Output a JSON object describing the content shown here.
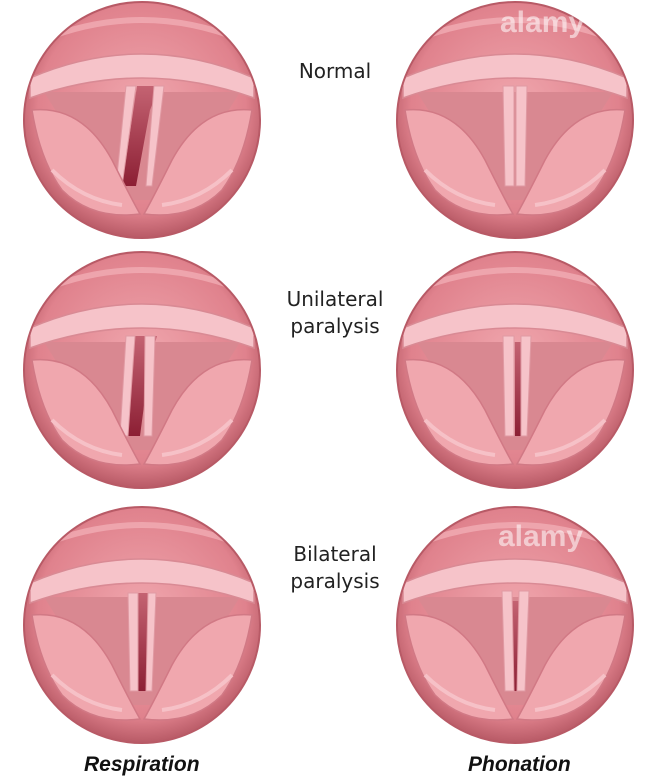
{
  "rows": [
    {
      "label": "Normal",
      "respiration": "open-normal",
      "phonation": "closed"
    },
    {
      "label": "Unilateral\nparalysis",
      "respiration": "open-unilateral",
      "phonation": "gap-unilateral"
    },
    {
      "label": "Bilateral\nparalysis",
      "respiration": "narrow-bilateral",
      "phonation": "gap-bilateral"
    }
  ],
  "columns": {
    "respiration": "Respiration",
    "phonation": "Phonation"
  },
  "watermark": "alamy",
  "colors": {
    "rim": "#b85a66",
    "tissue": "#e0828d",
    "tissue_light": "#f0a7ae",
    "fold": "#f6c3c9",
    "chamber": "#d98891",
    "cavity": "#8c1f34"
  }
}
